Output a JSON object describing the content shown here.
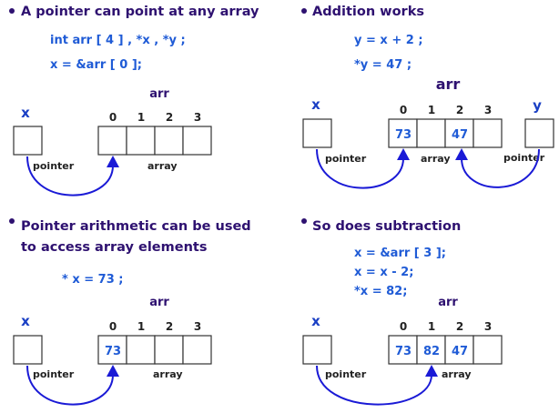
{
  "panels": [
    {
      "bullet": "A pointer can point at any array",
      "code": [
        "int  arr  [ 4 ] , *x , *y ;",
        "x = &arr [ 0 ];"
      ],
      "array_title": "arr",
      "pointers": [
        {
          "label": "x",
          "caption": "pointer",
          "target": 0
        }
      ],
      "indices": [
        "0",
        "1",
        "2",
        "3"
      ],
      "cells": [
        "",
        "",
        "",
        ""
      ],
      "array_caption": "array"
    },
    {
      "bullet": "Addition works",
      "code": [
        "y = x + 2 ;",
        "*y = 47 ;"
      ],
      "array_title": "arr",
      "pointers": [
        {
          "label": "x",
          "caption": "pointer",
          "target": 0
        },
        {
          "label": "y",
          "caption": "pointer",
          "target": 2
        }
      ],
      "indices": [
        "0",
        "1",
        "2",
        "3"
      ],
      "cells": [
        "73",
        "",
        "47",
        ""
      ],
      "array_caption": "array"
    },
    {
      "bullet": [
        "Pointer arithmetic can be used",
        "to access array elements"
      ],
      "code": [
        "* x = 73 ;"
      ],
      "array_title": "arr",
      "pointers": [
        {
          "label": "x",
          "caption": "pointer",
          "target": 0
        }
      ],
      "indices": [
        "0",
        "1",
        "2",
        "3"
      ],
      "cells": [
        "73",
        "",
        "",
        ""
      ],
      "array_caption": "array"
    },
    {
      "bullet": "So does subtraction",
      "code": [
        "x = &arr [ 3 ];",
        "x = x - 2;",
        "*x = 82;"
      ],
      "array_title": "arr",
      "pointers": [
        {
          "label": "x",
          "caption": "pointer",
          "target": 1
        }
      ],
      "indices": [
        "0",
        "1",
        "2",
        "3"
      ],
      "cells": [
        "73",
        "82",
        "47",
        ""
      ],
      "array_caption": "array"
    }
  ]
}
